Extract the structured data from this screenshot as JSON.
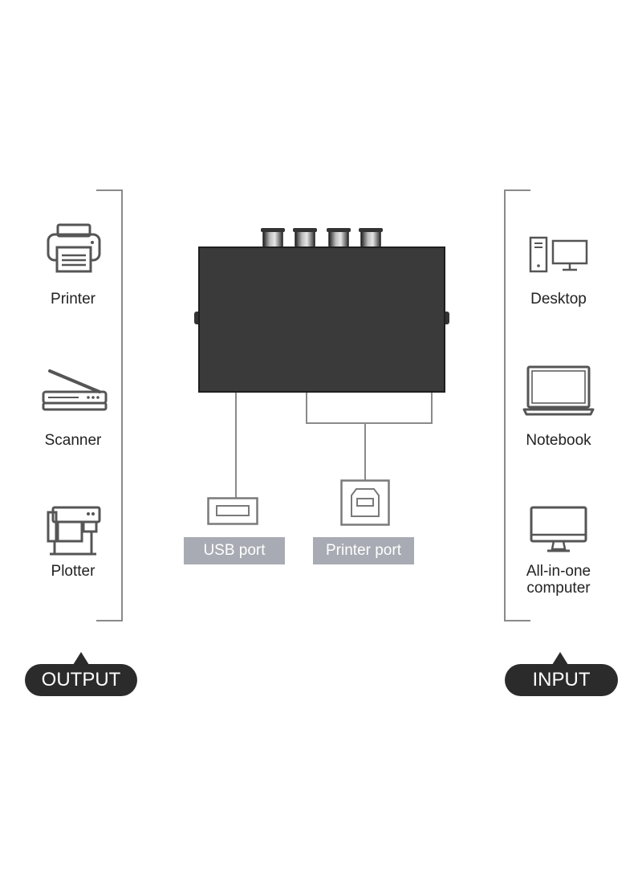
{
  "output": {
    "pill_label": "OUTPUT",
    "devices": [
      {
        "label": "Printer",
        "icon": "printer-icon"
      },
      {
        "label": "Scanner",
        "icon": "scanner-icon"
      },
      {
        "label": "Plotter",
        "icon": "plotter-icon"
      }
    ]
  },
  "input": {
    "pill_label": "INPUT",
    "devices": [
      {
        "label": "Desktop",
        "icon": "desktop-icon"
      },
      {
        "label": "Notebook",
        "icon": "notebook-icon"
      },
      {
        "label": "All-in-one computer",
        "icon": "all-in-one-icon"
      }
    ]
  },
  "switch": {
    "ports": [
      {
        "label": "USB port",
        "icon": "usb-a-port-icon"
      },
      {
        "label": "Printer port",
        "icon": "usb-b-port-icon"
      }
    ]
  },
  "colors": {
    "device_body": "#3a3a3a",
    "pill_bg": "#2b2b2b",
    "port_tag_bg": "#a8abb3",
    "bracket": "#8a8a8a",
    "icon_stroke": "#555555"
  }
}
